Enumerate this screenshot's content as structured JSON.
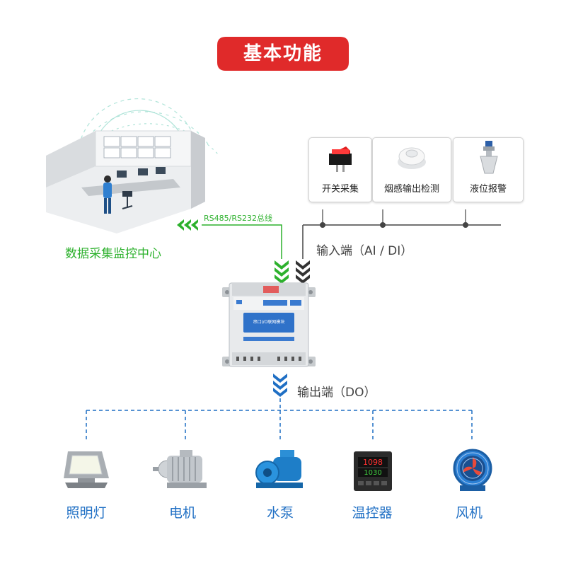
{
  "title": "基本功能",
  "center": {
    "label": "数据采集监控中心"
  },
  "bus": {
    "label": "RS485/RS232总线"
  },
  "module": {
    "name": "串口I/O联网模块"
  },
  "input": {
    "label": "输入端（AI / DI）",
    "sensors": [
      {
        "label": "开关采集",
        "icon": "switch-icon"
      },
      {
        "label": "烟感输出检测",
        "icon": "smoke-detector-icon"
      },
      {
        "label": "液位报警",
        "icon": "level-sensor-icon"
      }
    ]
  },
  "output": {
    "label": "输出端（DO）",
    "devices": [
      {
        "label": "照明灯",
        "icon": "floodlight-icon"
      },
      {
        "label": "电机",
        "icon": "motor-icon"
      },
      {
        "label": "水泵",
        "icon": "pump-icon"
      },
      {
        "label": "温控器",
        "icon": "thermostat-icon"
      },
      {
        "label": "风机",
        "icon": "fan-icon"
      }
    ]
  },
  "colors": {
    "accent_red": "#e02a2a",
    "green": "#2db12d",
    "blue": "#1f6fc4",
    "dark": "#333333"
  }
}
